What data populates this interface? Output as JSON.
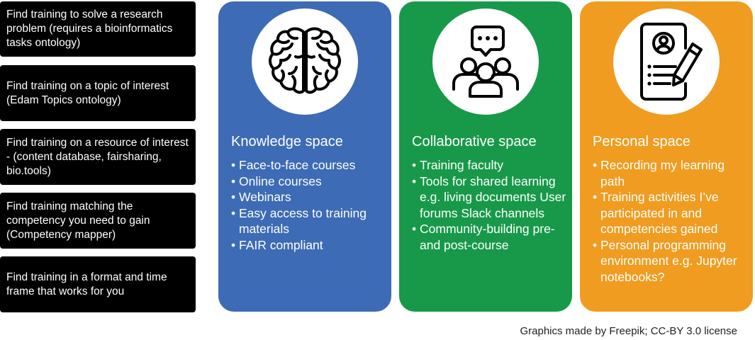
{
  "left_boxes": [
    {
      "text": "Find training to solve a research problem (requires a bioinformatics tasks ontology)"
    },
    {
      "text": "Find training on a topic of interest (Edam Topics ontology)"
    },
    {
      "text": "Find training on a resource of interest - (content database, fairsharing, bio.tools)"
    },
    {
      "text": "Find training matching the competency you need to gain (Competency mapper)"
    },
    {
      "text": "Find training in a format and time frame that works for you"
    }
  ],
  "spaces": [
    {
      "title": "Knowledge space",
      "color": "#3d6bb5",
      "icon": "brain-icon",
      "items": [
        "Face-to-face courses",
        "Online courses",
        "Webinars",
        "Easy access to training materials",
        "FAIR compliant"
      ]
    },
    {
      "title": "Collaborative space",
      "color": "#18994a",
      "icon": "group-chat-icon",
      "items": [
        "Training faculty",
        "Tools for shared learning e.g. living documents User forums Slack channels",
        "Community-building pre- and post-course"
      ]
    },
    {
      "title": "Personal space",
      "color": "#f09c20",
      "icon": "profile-document-icon",
      "items": [
        "Recording my learning path",
        "Training activities I’ve participated in and competencies gained",
        "Personal programming environment e.g. Jupyter notebooks?"
      ]
    }
  ],
  "footer": "Graphics made by Freepik; CC-BY 3.0 license"
}
